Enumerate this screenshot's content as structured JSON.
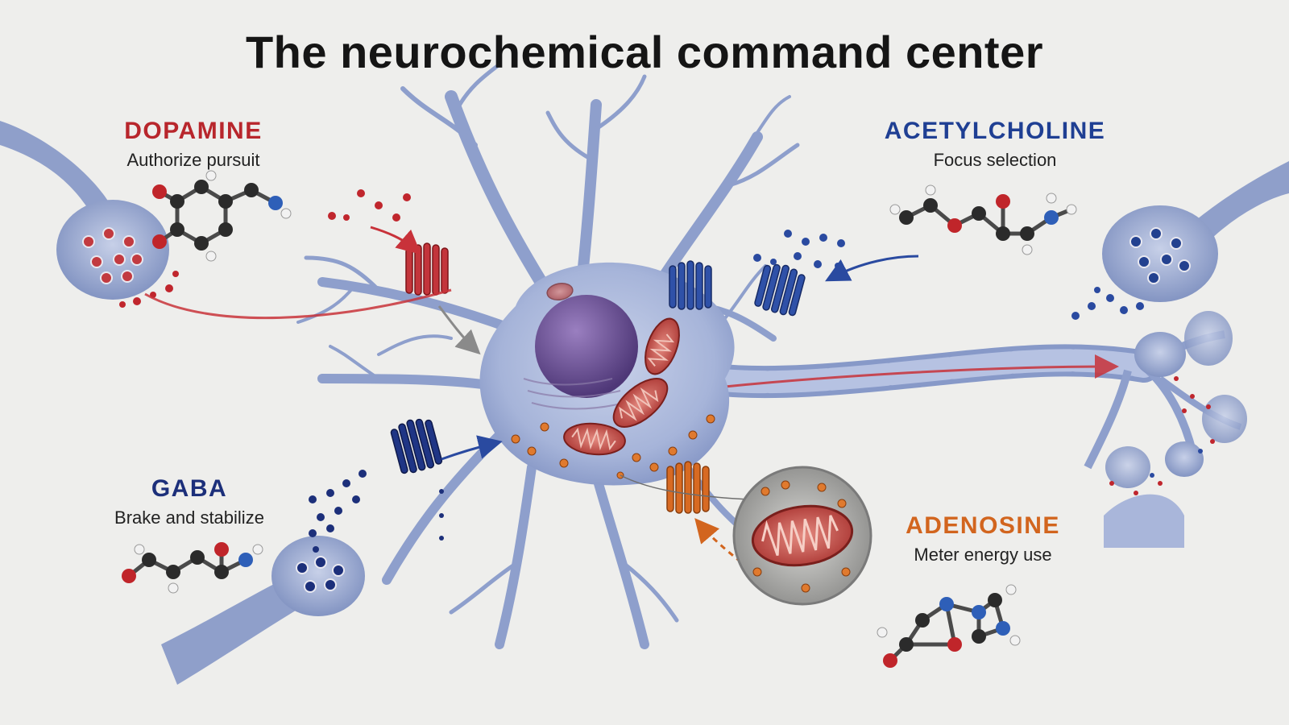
{
  "title": "The neurochemical command center",
  "neurotransmitters": [
    {
      "key": "dopamine",
      "name": "DOPAMINE",
      "role": "Authorize pursuit",
      "color": "#b8262c"
    },
    {
      "key": "acetylcholine",
      "name": "ACETYLCHOLINE",
      "role": "Focus selection",
      "color": "#1f3f93"
    },
    {
      "key": "gaba",
      "name": "GABA",
      "role": "Brake and stabilize",
      "color": "#1c2f7a"
    },
    {
      "key": "adenosine",
      "name": "ADENOSINE",
      "role": "Meter energy use",
      "color": "#d2651e"
    }
  ],
  "palette": {
    "neuron": "#9fb0d6",
    "neuron_dark": "#6f83b6",
    "nucleus": "#6b4f93",
    "mitochondria": "#b5443f",
    "carbon": "#2b2b2b",
    "oxygen": "#c0252a",
    "nitrogen": "#2e5fb8",
    "hydrogen": "#f2f2f2"
  }
}
